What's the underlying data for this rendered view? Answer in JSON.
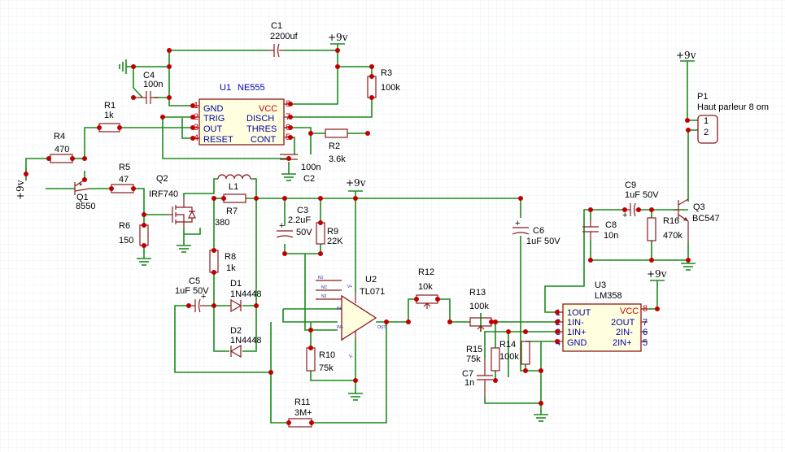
{
  "labels": {
    "c1": "C1",
    "c1v": "2200uf",
    "vcc_top": "+9v",
    "c4": "C4",
    "c4v": "100n",
    "u1": "U1",
    "u1t": "NE555",
    "r3": "R3",
    "r3v": "100k",
    "r1": "R1",
    "r1v": "1k",
    "r4": "R4",
    "r4v": "470",
    "r2": "R2",
    "r2v": "3.6k",
    "c2": "C2",
    "c2v": "100n",
    "r5": "R5",
    "r5v": "47",
    "q1": "Q1",
    "q1v": "8550",
    "vcc_left": "+9v",
    "q2": "Q2",
    "q2v": "IRF740",
    "l1": "L1",
    "r7": "R7",
    "r7v": "380",
    "vcc_mid": "+9v",
    "c3": "C3",
    "c3v1": "2.2uF",
    "c3v2": "50V",
    "r9": "R9",
    "r9v": "22K",
    "r6": "R6",
    "r6v": "150",
    "r8": "R8",
    "r8v": "1k",
    "c5": "C5",
    "c5v": "1uF 50V",
    "d1": "D1",
    "d1v": "1N4448",
    "d2": "D2",
    "d2v": "1N4448",
    "u2": "U2",
    "u2v": "TL071",
    "r10": "R10",
    "r10v": "75k",
    "r11": "R11",
    "r11v": "3M+",
    "r12": "R12",
    "r12v": "10k",
    "r13": "R13",
    "r13v": "100k",
    "r14": "R14",
    "r14v": "100k",
    "r15": "R15",
    "r15v": "75k",
    "c7": "C7",
    "c7v": "1n",
    "c6": "C6",
    "c6v": "1uF 50V",
    "c8": "C8",
    "c8v": "10n",
    "c9": "C9",
    "c9v": "1uF 50V",
    "r16": "R16",
    "r16v": "470k",
    "q3": "Q3",
    "q3v": "BC547",
    "p1": "P1",
    "p1v": "Haut parleur 8 om",
    "vcc_right": "+9v",
    "vcc_u3": "+9v",
    "u3": "U3",
    "u3v": "LM358"
  },
  "ne555_pins": {
    "gnd": "GND",
    "trig": "TRIG",
    "out": "OUT",
    "reset": "RESET",
    "vcc": "VCC",
    "disch": "DISCH",
    "thres": "THRES",
    "cont": "CONT",
    "n1": "1",
    "n2": "2",
    "n3": "3",
    "n4": "4",
    "n5": "5",
    "n6": "6",
    "n7": "7",
    "n8": "8"
  },
  "lm358_pins": {
    "out1": "1OUT",
    "in1m": "1IN-",
    "in1p": "1IN+",
    "gnd": "GND",
    "vcc": "VCC",
    "out2": "2OUT",
    "in2m": "2IN-",
    "in2p": "2IN+",
    "n1": "1",
    "n2": "2",
    "n3": "3",
    "n4": "4",
    "n5": "5",
    "n6": "6",
    "n7": "7",
    "n8": "8"
  },
  "tl071_pins": {
    "n1": "N1",
    "n2": "N2",
    "nc": "NC",
    "inm": "IN-",
    "inp": "IN+",
    "out": "OUT",
    "vp": "V+",
    "vm": "V-"
  },
  "p1_pins": {
    "n1": "1",
    "n2": "2"
  }
}
